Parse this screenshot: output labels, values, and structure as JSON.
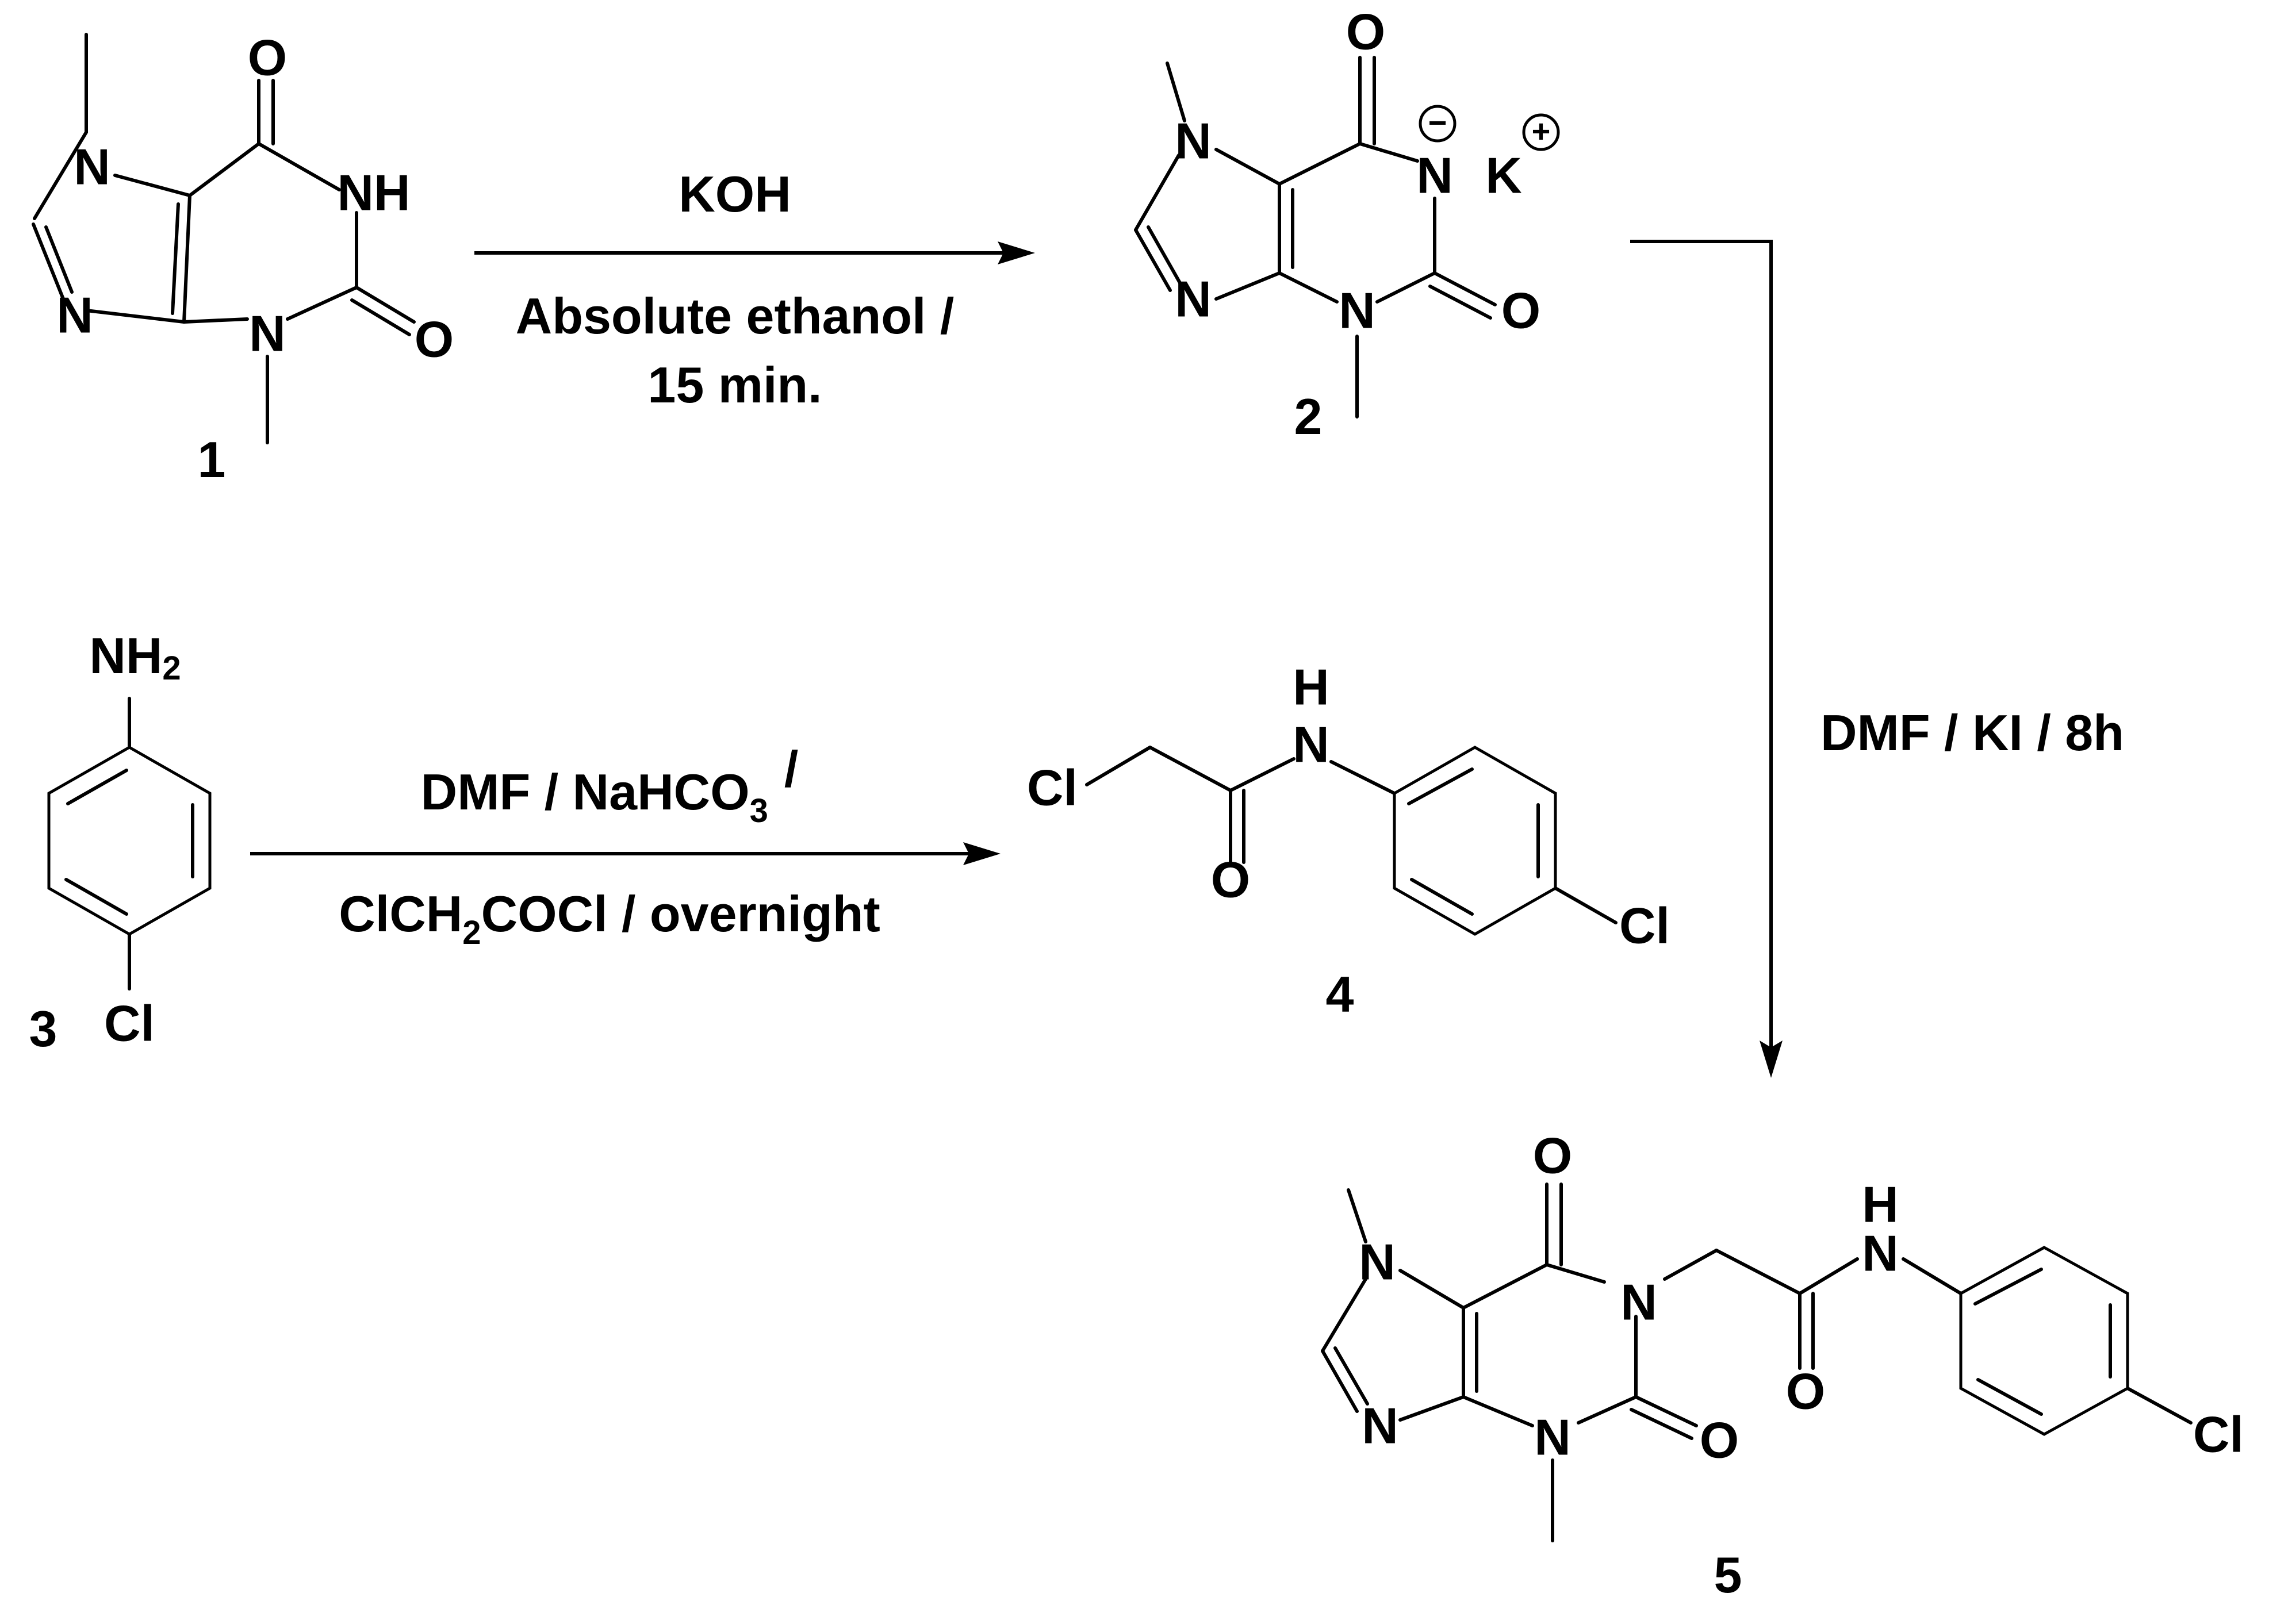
{
  "compounds": [
    {
      "number": "1"
    },
    {
      "number": "2"
    },
    {
      "number": "3"
    },
    {
      "number": "4"
    },
    {
      "number": "5"
    }
  ],
  "atoms": {
    "O": "O",
    "NH": "NH",
    "N": "N",
    "K": "K",
    "Cl": "Cl",
    "H": "H",
    "NH2_main": "NH",
    "NH2_sub": "2",
    "plus": "+",
    "minus": "−"
  },
  "reactions": [
    {
      "id": "r1",
      "lines": [
        "KOH",
        "Absolute ethanol /",
        "15 min."
      ]
    },
    {
      "id": "r2",
      "line1_main": "DMF / NaHCO",
      "line1_sub": "3",
      "line1_tail": "/",
      "line2_a": "ClCH",
      "line2_sub": "2",
      "line2_b": "COCl / overnight"
    },
    {
      "id": "r3",
      "lines": [
        "DMF / KI / 8h"
      ]
    }
  ]
}
